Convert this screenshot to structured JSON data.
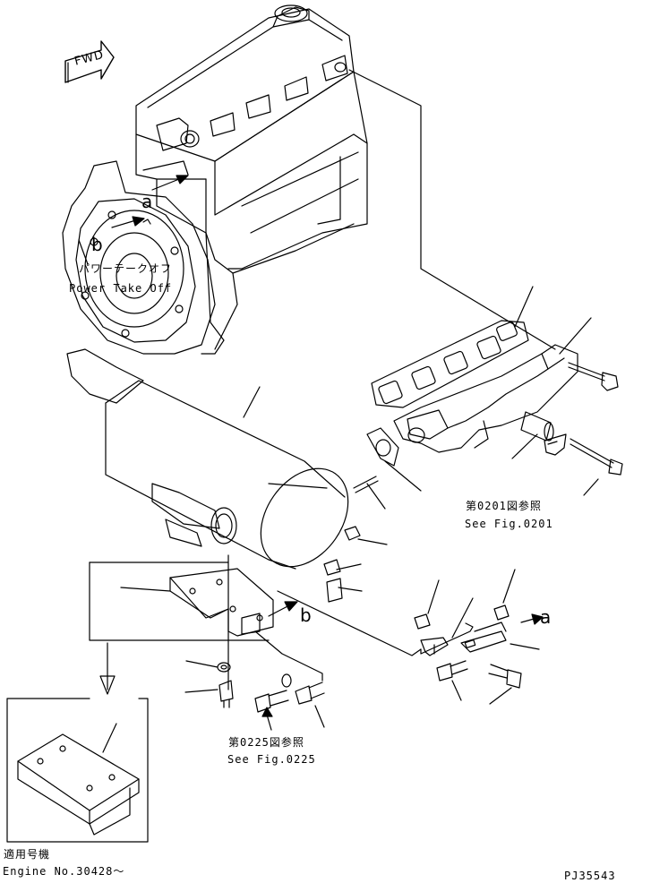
{
  "fwd_label": "FWD",
  "labels": {
    "a_top": "a",
    "b_top": "b",
    "pto_jp": "パワーテークオフ",
    "pto_en": "Power Take Off",
    "fig0201_jp": "第0201図参照",
    "fig0201_en": "See Fig.0201",
    "b_mid": "b",
    "a_right": "a",
    "fig0225_jp": "第0225図参照",
    "fig0225_en": "See Fig.0225",
    "applicable_jp": "適用号機",
    "engine_no": "Engine No.30428〜",
    "page_code": "PJ35543"
  }
}
